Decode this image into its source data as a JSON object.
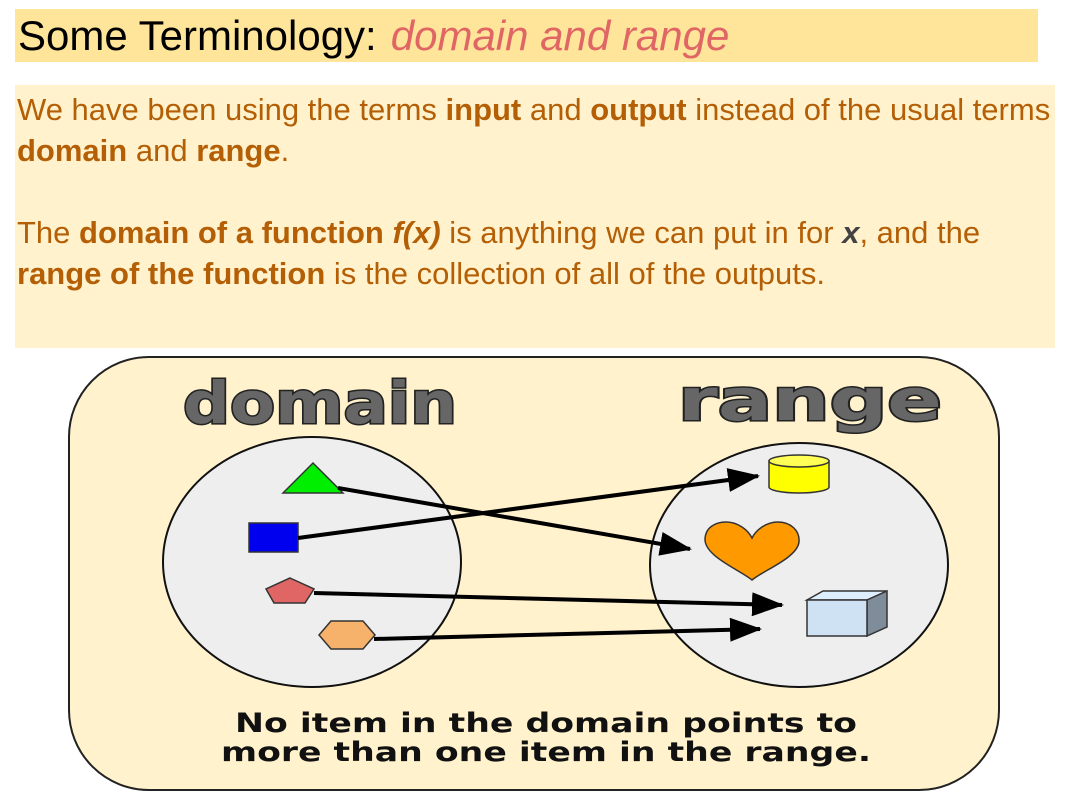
{
  "title": {
    "main": "Some Terminology:",
    "subtitle": "domain and range"
  },
  "paragraph1": {
    "t1": "We have been using the terms ",
    "input": "input",
    "t2": " and ",
    "output": "output",
    "t3": " instead of the usual terms ",
    "domain": "domain",
    "t4": " and ",
    "range": "range",
    "t5": "."
  },
  "paragraph2": {
    "t1": "The  ",
    "domain_of": "domain of a function",
    "fx": "f(x)",
    "t2": " is anything we can put in for ",
    "x": "x",
    "t3": ", and the ",
    "range_of": "range of the function",
    "t4": " is the collection of all of the outputs."
  },
  "diagram": {
    "domain_label": "domain",
    "range_label": "range",
    "caption_line1": "No item in the domain points to",
    "caption_line2": "more than one item in the range.",
    "domain_items": [
      "triangle",
      "square",
      "pentagon",
      "hexagon"
    ],
    "range_items": [
      "cylinder",
      "heart",
      "cube"
    ],
    "mapping": [
      {
        "from": "triangle",
        "to": "heart"
      },
      {
        "from": "square",
        "to": "cylinder"
      },
      {
        "from": "pentagon",
        "to": "cube"
      },
      {
        "from": "hexagon",
        "to": "cube"
      }
    ],
    "colors": {
      "panel": "#fff2cc",
      "circle": "#eeeeee",
      "triangle": "#00ee00",
      "square": "#0000ee",
      "pentagon": "#e06666",
      "hexagon": "#f6b26b",
      "cylinder": "#ffff00",
      "heart": "#ff9900",
      "cube": "#cfe2f3"
    }
  }
}
